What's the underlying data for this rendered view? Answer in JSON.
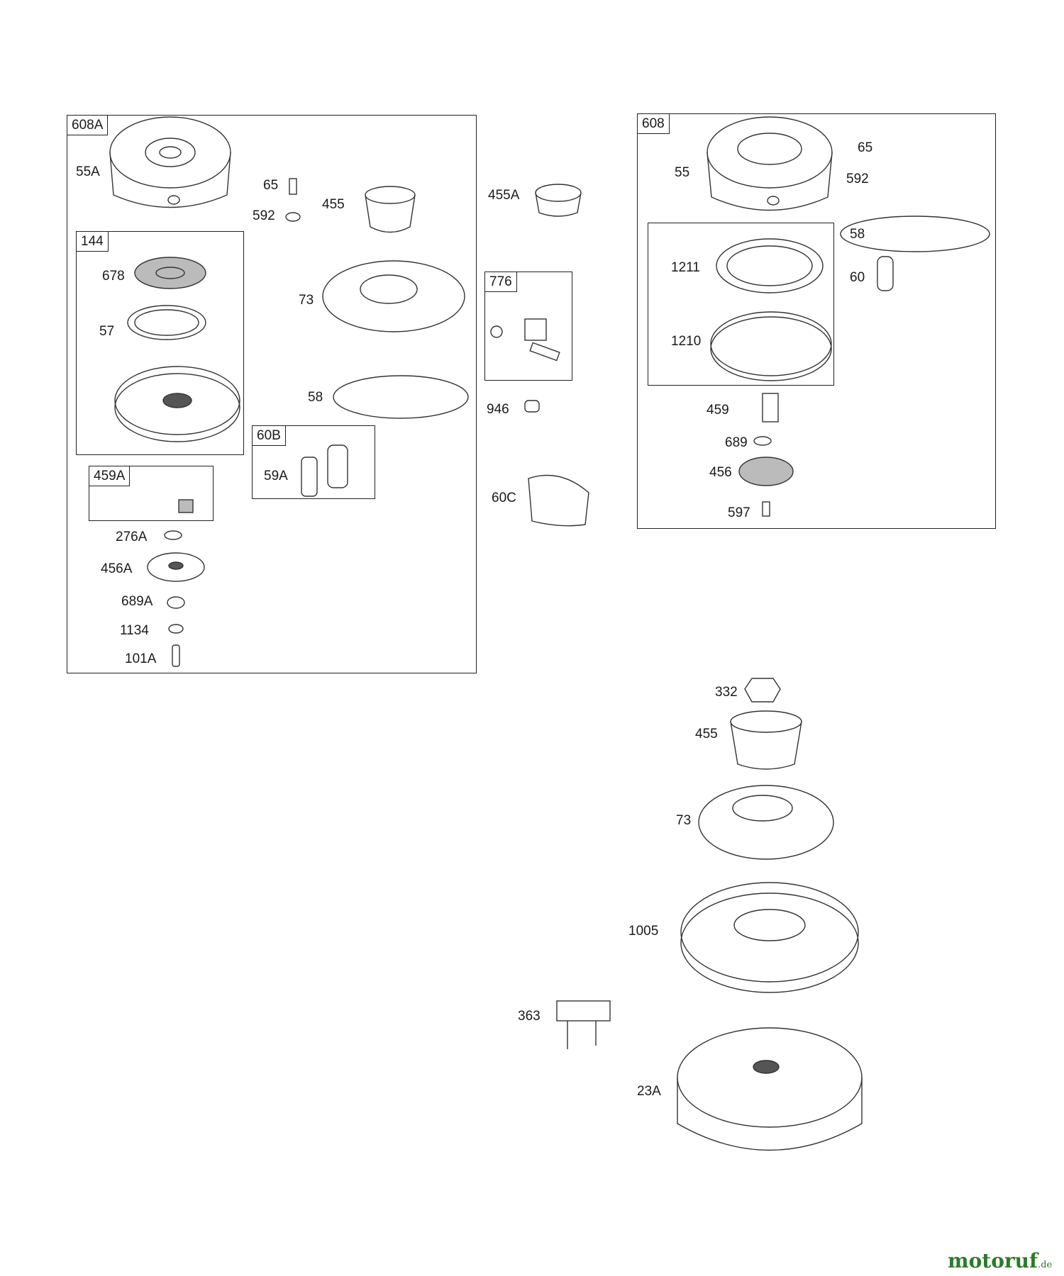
{
  "assemblies": {
    "a608a": {
      "id": "608A",
      "parts": [
        "55A",
        "65",
        "592",
        "455",
        "73",
        "58"
      ],
      "sub_144": {
        "id": "144",
        "parts": [
          "678",
          "57"
        ]
      },
      "sub_459a": {
        "id": "459A"
      },
      "sub_60b": {
        "id": "60B",
        "parts": [
          "59A"
        ]
      },
      "loose": [
        "276A",
        "456A",
        "689A",
        "1134",
        "101A"
      ]
    },
    "outside_top": [
      "455A",
      "946",
      "60C"
    ],
    "a776": {
      "id": "776"
    },
    "a608": {
      "id": "608",
      "parts": [
        "55",
        "65",
        "592",
        "58",
        "60",
        "459",
        "689",
        "456",
        "597"
      ],
      "sub": {
        "parts": [
          "1211",
          "1210"
        ]
      }
    },
    "flywheel_stack": [
      "332",
      "455",
      "73",
      "1005",
      "363",
      "23A"
    ]
  },
  "watermark": {
    "main": "motoruf",
    "suffix": ".de",
    "colors": {
      "green": "#2c7a2c",
      "orange": "#d26a12"
    }
  }
}
